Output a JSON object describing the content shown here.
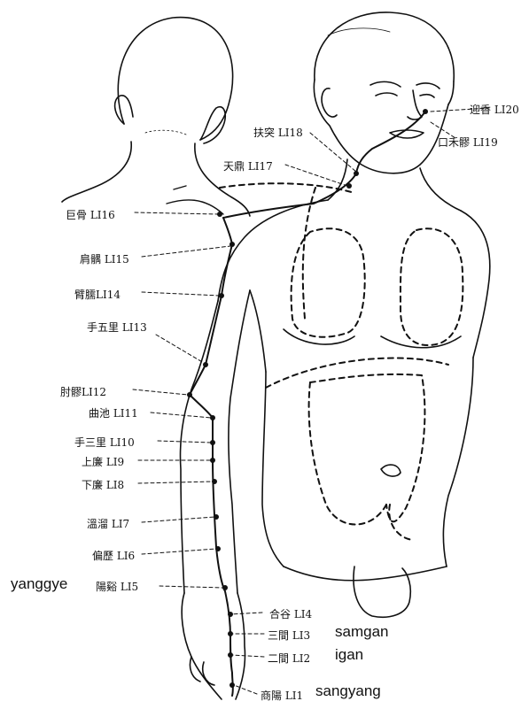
{
  "points": [
    {
      "id": "LI20",
      "label": "迎香 LI20"
    },
    {
      "id": "LI19",
      "label": "口禾髎 LI19"
    },
    {
      "id": "LI18",
      "label": "扶突 LI18"
    },
    {
      "id": "LI17",
      "label": "天鼎 LI17"
    },
    {
      "id": "LI16",
      "label": "巨骨 LI16"
    },
    {
      "id": "LI15",
      "label": "肩髃 LI15"
    },
    {
      "id": "LI14",
      "label": "臂臑LI14"
    },
    {
      "id": "LI13",
      "label": "手五里 LI13"
    },
    {
      "id": "LI12",
      "label": "肘髎LI12"
    },
    {
      "id": "LI11",
      "label": "曲池 LI11"
    },
    {
      "id": "LI10",
      "label": "手三里 LI10"
    },
    {
      "id": "LI9",
      "label": "上廉 LI9"
    },
    {
      "id": "LI8",
      "label": "下廉 LI8"
    },
    {
      "id": "LI7",
      "label": "溫溜 LI7"
    },
    {
      "id": "LI6",
      "label": "偏歷 LI6"
    },
    {
      "id": "LI5",
      "label": "陽谿 LI5"
    },
    {
      "id": "LI4",
      "label": "合谷 LI4"
    },
    {
      "id": "LI3",
      "label": "三間 LI3"
    },
    {
      "id": "LI2",
      "label": "二間 LI2"
    },
    {
      "id": "LI1",
      "label": "商陽 LI1"
    }
  ],
  "romanized": {
    "LI5": "yanggye",
    "LI3": "samgan",
    "LI2": "igan",
    "LI1": "sangyang"
  }
}
